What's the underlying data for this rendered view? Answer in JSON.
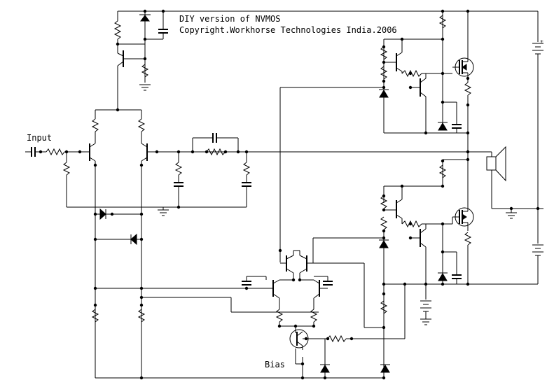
{
  "title_line1": "DIY version of NVMOS",
  "title_line2": "Copyright.Workhorse Technologies India.2006",
  "input_label": "Input",
  "bias_label": "Bias",
  "icons": [
    "capacitor-icon",
    "resistor-icon",
    "transistor-icon",
    "mosfet-icon",
    "zener-icon",
    "diode-icon",
    "battery-icon",
    "speaker-icon",
    "ground-icon"
  ],
  "colors": {
    "ink": "#000000",
    "paper": "#ffffff"
  }
}
